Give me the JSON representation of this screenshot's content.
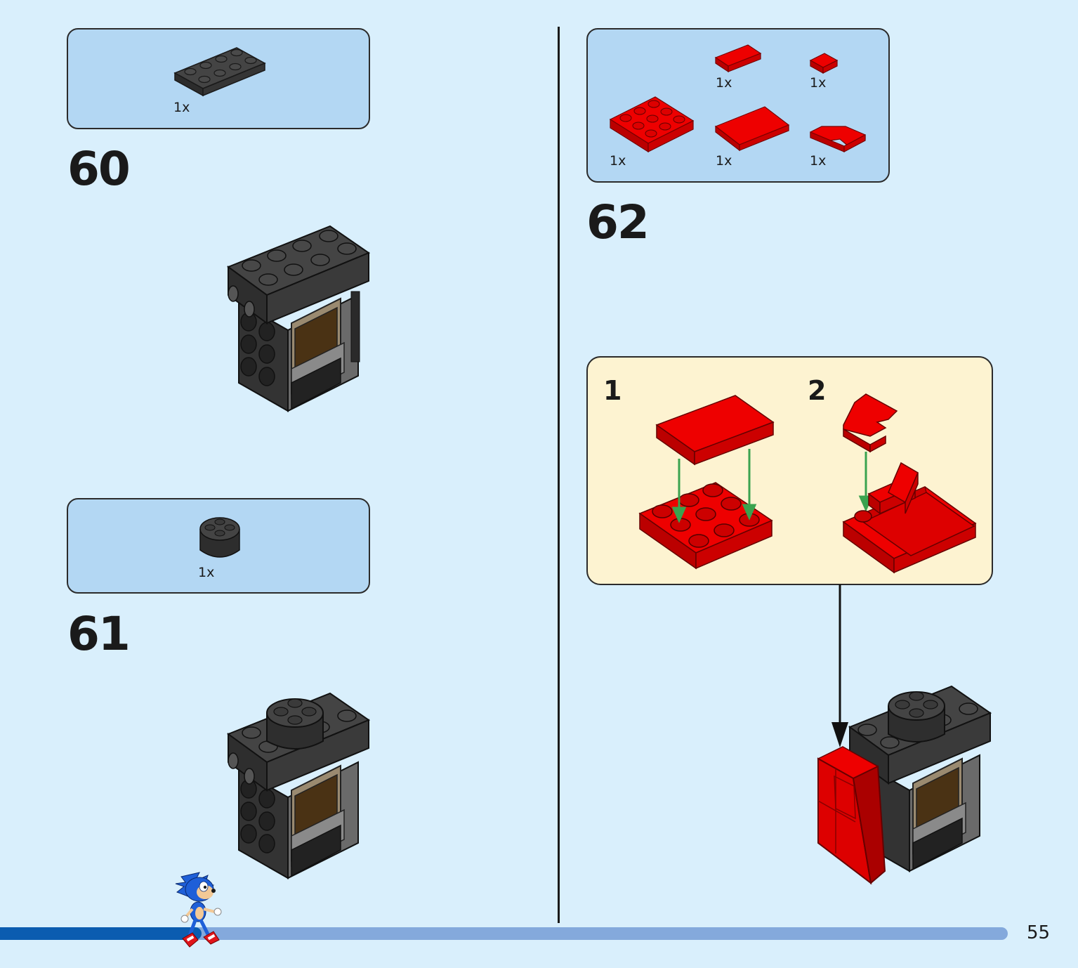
{
  "page_number": "55",
  "progress": {
    "fraction": 0.2
  },
  "step_60": {
    "number": "60",
    "parts": [
      {
        "qty": "1x",
        "icon": "black-plate-2x4-icon"
      }
    ]
  },
  "step_61": {
    "number": "61",
    "parts": [
      {
        "qty": "1x",
        "icon": "black-round-brick-2x2-icon"
      }
    ]
  },
  "step_62": {
    "number": "62",
    "parts": [
      {
        "qty": "1x",
        "icon": "red-tile-1x2-icon"
      },
      {
        "qty": "1x",
        "icon": "red-tile-1x1-icon"
      },
      {
        "qty": "1x",
        "icon": "red-plate-3x3-icon"
      },
      {
        "qty": "1x",
        "icon": "red-tile-2x3-icon"
      },
      {
        "qty": "1x",
        "icon": "red-corner-tile-icon"
      }
    ],
    "substeps": [
      {
        "label": "1"
      },
      {
        "label": "2"
      }
    ]
  },
  "colors": {
    "background": "#d9effc",
    "parts_box": "#b3d7f3",
    "substep_box": "#fdf3d1",
    "brick_black": "#3a3a3a",
    "brick_red": "#d70000",
    "arrow_green": "#3aa34f",
    "progress_fill": "#0b5cb0",
    "progress_track": "#84a9dc"
  }
}
